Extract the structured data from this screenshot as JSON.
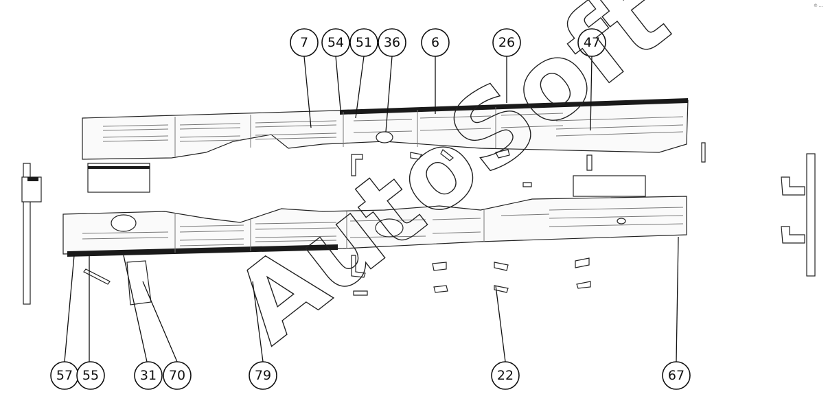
{
  "diagram": {
    "watermark": "AutoSoft",
    "corner_mark": "© ...",
    "callouts_top": [
      "7",
      "54",
      "51",
      "36",
      "6",
      "26",
      "47"
    ],
    "callouts_bottom": [
      "57",
      "55",
      "31",
      "70",
      "79",
      "22",
      "67"
    ]
  }
}
